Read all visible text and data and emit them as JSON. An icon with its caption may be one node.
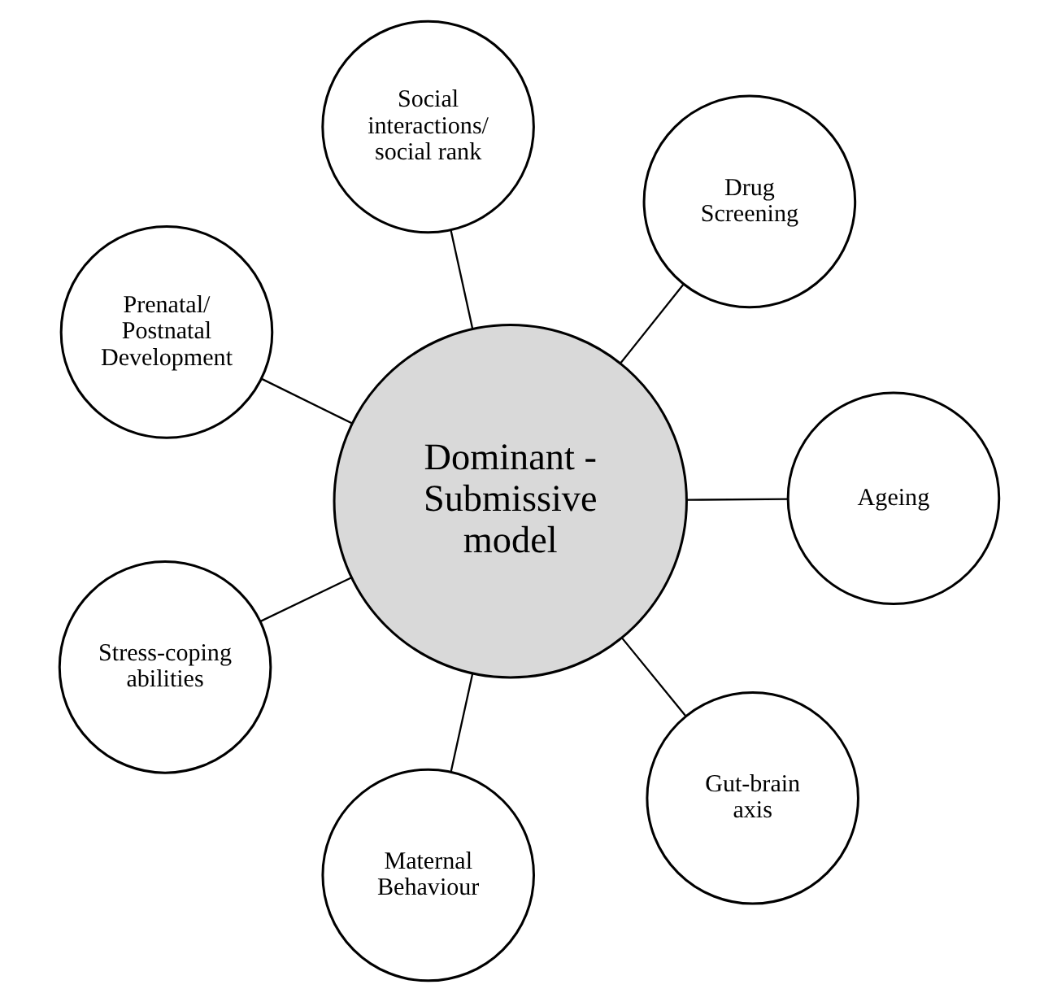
{
  "diagram": {
    "nodes": [
      {
        "text": [
          "Dominant - Submissive model"
        ]
      },
      {
        "text": [
          "Ageing"
        ]
      },
      {
        "text": [
          "Maternal Behaviour"
        ]
      },
      {
        "text": [
          "Prenatal/ Postnatal Development"
        ]
      },
      {
        "text": [
          "Drug Screening"
        ]
      },
      {
        "text": [
          "Social interactions/ social rank"
        ]
      },
      {
        "text": [
          "Stress-coping abilities"
        ]
      },
      {
        "text": [
          "Gut-brain axis"
        ]
      }
    ],
    "edges": [
      {
        "from": 0,
        "to": 1,
        "arrow": "none"
      },
      {
        "from": 0,
        "to": 2,
        "arrow": "none"
      },
      {
        "from": 0,
        "to": 3,
        "arrow": "none"
      },
      {
        "from": 0,
        "to": 4,
        "arrow": "none"
      },
      {
        "from": 0,
        "to": 5,
        "arrow": "none"
      },
      {
        "from": 0,
        "to": 6,
        "arrow": "none"
      },
      {
        "from": 0,
        "to": 7,
        "arrow": "none"
      }
    ]
  }
}
